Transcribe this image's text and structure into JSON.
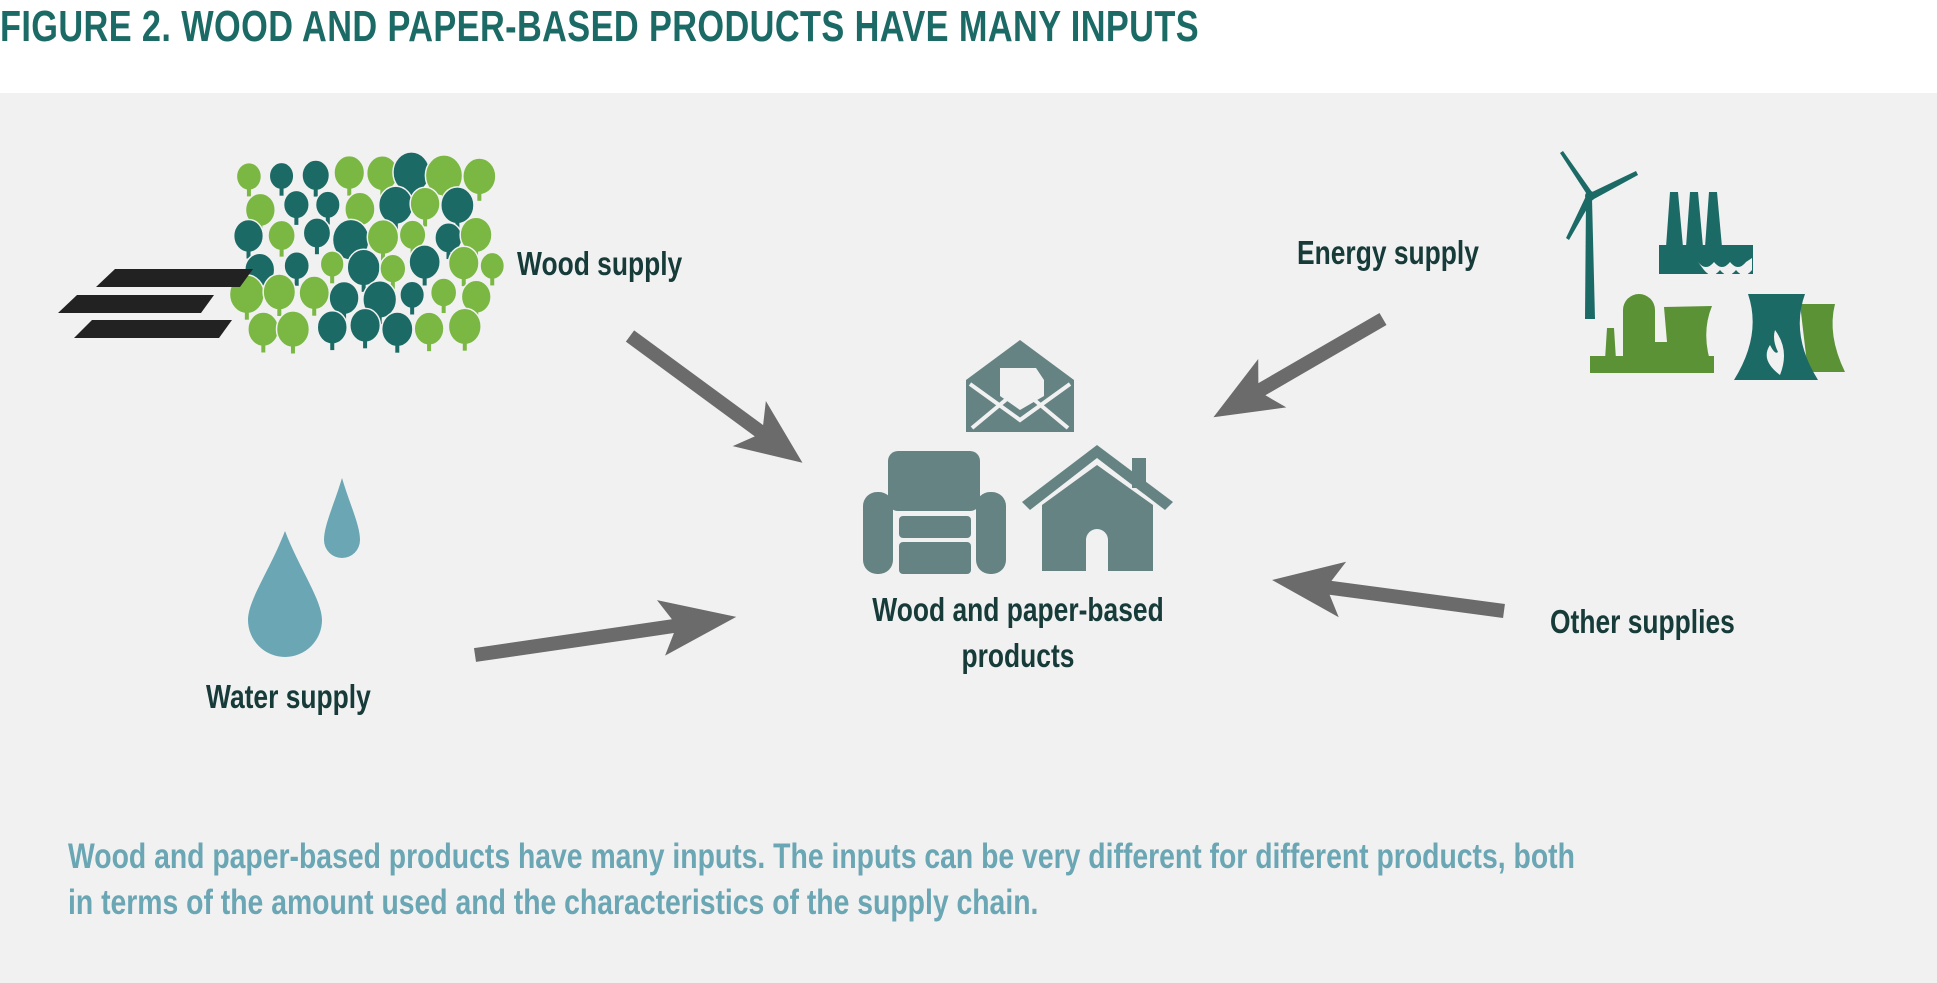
{
  "title": "FIGURE 2. WOOD AND PAPER-BASED PRODUCTS HAVE MANY INPUTS",
  "nodes": {
    "wood": "Wood supply",
    "energy": "Energy supply",
    "water": "Water supply",
    "other": "Other supplies",
    "center_line1": "Wood and paper-based",
    "center_line2": "products"
  },
  "caption": {
    "line1": "Wood and paper-based products have many inputs. The inputs can be very different for different products, both",
    "line2": "in terms of the amount used and the characteristics of the supply chain."
  },
  "colors": {
    "title": "#1c6a66",
    "teal": "#1c6a66",
    "green": "#5b9236",
    "light_green": "#7ab843",
    "arrow": "#6b6b6b",
    "product_icons": "#668383",
    "water": "#6aa6b4",
    "caption": "#6aa6b4",
    "background": "#f1f1f1"
  },
  "icons": [
    "forest-icon",
    "wood-planks-icon",
    "water-drops-icon",
    "envelope-icon",
    "armchair-icon",
    "house-icon",
    "wind-turbine-icon",
    "factory-icon",
    "nuclear-plant-icon",
    "cooling-tower-icon"
  ]
}
